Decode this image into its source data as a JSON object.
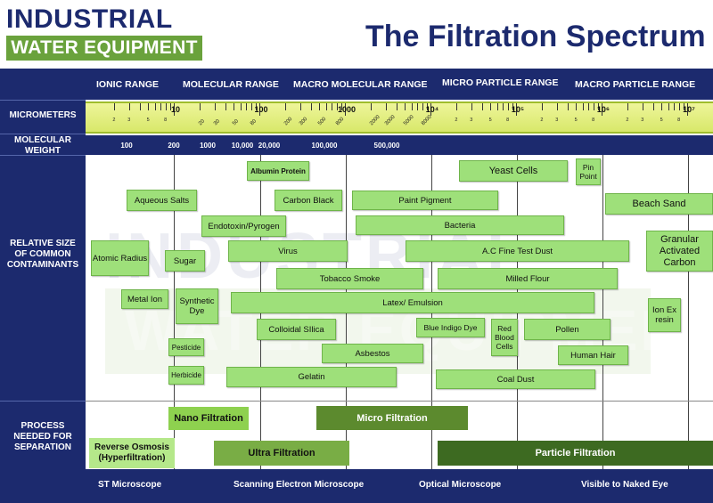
{
  "header": {
    "logo_top": "INDUSTRIAL",
    "logo_bottom": "WATER EQUIPMENT",
    "title": "The Filtration Spectrum"
  },
  "ranges": [
    "IONIC RANGE",
    "MOLECULAR RANGE",
    "MACRO MOLECULAR RANGE",
    "MICRO PARTICLE RANGE",
    "MACRO PARTICLE RANGE"
  ],
  "rows": {
    "micrometers": "MICROMETERS",
    "molecular_weight": "MOLECULAR WEIGHT",
    "relative_size": "RELATIVE SIZE OF COMMON CONTAMINANTS",
    "process": "PROCESS NEEDED FOR SEPARATION"
  },
  "ruler": {
    "major": [
      "10",
      "100",
      "1000",
      "10⁴",
      "10⁵",
      "10⁶",
      "10⁷"
    ],
    "minor_ticks": [
      "2",
      "3",
      "5",
      "8"
    ],
    "oblique": [
      "20",
      "30",
      "50",
      "80",
      "200",
      "300",
      "500",
      "800",
      "2000",
      "3000",
      "5000",
      "8000"
    ]
  },
  "molecular_weight": [
    "100",
    "200",
    "1000",
    "10,000",
    "20,000",
    "100,000",
    "500,000"
  ],
  "contaminants": [
    {
      "name": "Albumin Protein"
    },
    {
      "name": "Yeast Cells"
    },
    {
      "name": "Pin Point"
    },
    {
      "name": "Aqueous Salts"
    },
    {
      "name": "Carbon Black"
    },
    {
      "name": "Paint Pigment"
    },
    {
      "name": "Beach Sand"
    },
    {
      "name": "Endotoxin/Pyrogen"
    },
    {
      "name": "Bacteria"
    },
    {
      "name": "Atomic Radius"
    },
    {
      "name": "Sugar"
    },
    {
      "name": "Virus"
    },
    {
      "name": "A.C Fine Test Dust"
    },
    {
      "name": "Granular Activated Carbon"
    },
    {
      "name": "Tobacco Smoke"
    },
    {
      "name": "Milled Flour"
    },
    {
      "name": "Metal Ion"
    },
    {
      "name": "Synthetic Dye"
    },
    {
      "name": "Latex/ Emulsion"
    },
    {
      "name": "Ion Ex resin"
    },
    {
      "name": "Colloidal SIlica"
    },
    {
      "name": "Blue Indigo Dye"
    },
    {
      "name": "Red Blood Cells"
    },
    {
      "name": "Pollen"
    },
    {
      "name": "Pesticide"
    },
    {
      "name": "Asbestos"
    },
    {
      "name": "Human Hair"
    },
    {
      "name": "Herbicide"
    },
    {
      "name": "Gelatin"
    },
    {
      "name": "Coal Dust"
    }
  ],
  "processes": [
    {
      "name": "Nano Filtration",
      "color": "#8ed14f"
    },
    {
      "name": "Micro Filtration",
      "color": "#5c8a2e"
    },
    {
      "name": "Reverse Osmosis (Hyperfiltration)",
      "color": "#b5e88a"
    },
    {
      "name": "Ultra Filtration",
      "color": "#79ad45"
    },
    {
      "name": "Particle Filtration",
      "color": "#3d6a21"
    }
  ],
  "visibility": [
    "ST Microscope",
    "Scanning Electron Microscope",
    "Optical Microscope",
    "Visible to Naked Eye"
  ]
}
